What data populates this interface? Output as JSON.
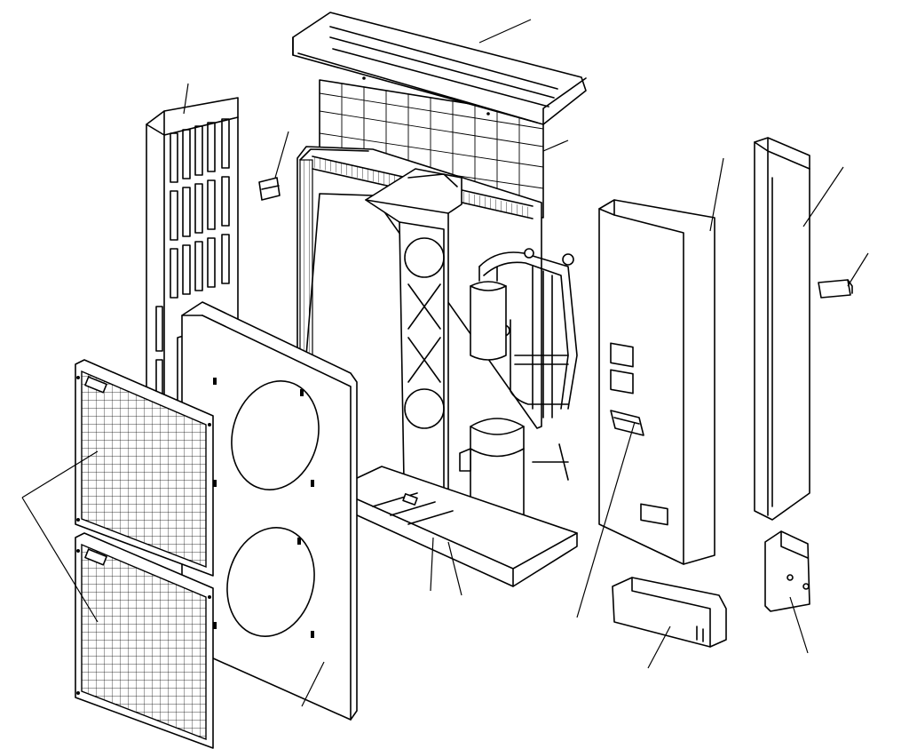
{
  "diagram": {
    "type": "exploded-view",
    "colors": {
      "line": "#000000",
      "background": "#ffffff"
    },
    "parts": [
      {
        "id": "top-plate"
      },
      {
        "id": "rear-guard-grille"
      },
      {
        "id": "left-side-panel"
      },
      {
        "id": "small-clip-left"
      },
      {
        "id": "heat-exchanger-coil"
      },
      {
        "id": "partition-plate"
      },
      {
        "id": "pipe-assembly"
      },
      {
        "id": "accumulator"
      },
      {
        "id": "compressor"
      },
      {
        "id": "base-plate"
      },
      {
        "id": "front-panel"
      },
      {
        "id": "fan-guard-upper"
      },
      {
        "id": "fan-guard-lower"
      },
      {
        "id": "right-side-panel"
      },
      {
        "id": "service-handle"
      },
      {
        "id": "right-rear-panel"
      },
      {
        "id": "small-clip-right"
      },
      {
        "id": "valve-cover"
      },
      {
        "id": "corner-bracket"
      }
    ]
  }
}
